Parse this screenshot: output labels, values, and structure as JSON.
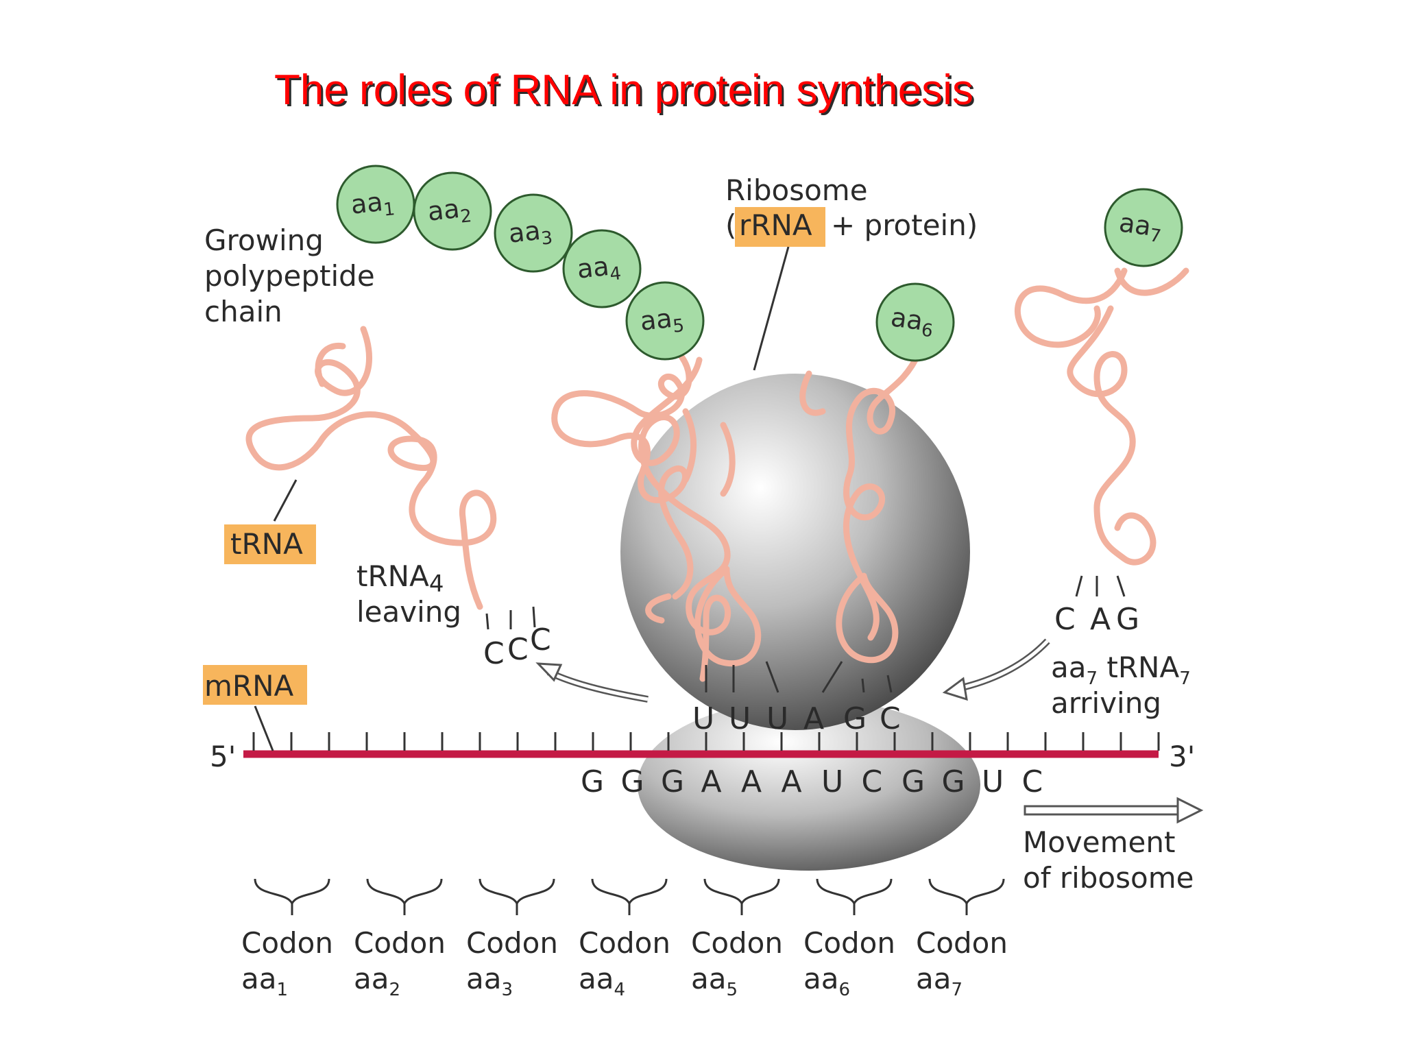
{
  "title": "The roles of RNA in protein synthesis",
  "colors": {
    "title": "#ff0000",
    "mrna_strand": "#c41a45",
    "highlight": "#f7b55c",
    "amino_acid": "#a6dca6",
    "trna": "#f2b19e",
    "ribosome": "#9a9a9a"
  },
  "labels": {
    "growing_chain": [
      "Growing",
      "polypeptide",
      "chain"
    ],
    "ribosome": "Ribosome",
    "rrna": "rRNA",
    "ribosome_paren_open": "(",
    "ribosome_rest": "+ protein)",
    "trna": "tRNA",
    "trna4_leaving": {
      "line1": "tRNA",
      "line1_sub": "4",
      "line2": "leaving"
    },
    "mrna": "mRNA",
    "five_prime": "5'",
    "three_prime": "3'",
    "aa7_arriving": {
      "aa": "aa",
      "aa_sub": "7",
      "trna": " tRNA",
      "trna_sub": "7",
      "line2": "arriving"
    },
    "movement": [
      "Movement",
      "of ribosome"
    ]
  },
  "amino_acids": [
    {
      "base": "aa",
      "sub": "1"
    },
    {
      "base": "aa",
      "sub": "2"
    },
    {
      "base": "aa",
      "sub": "3"
    },
    {
      "base": "aa",
      "sub": "4"
    },
    {
      "base": "aa",
      "sub": "5"
    },
    {
      "base": "aa",
      "sub": "6"
    },
    {
      "base": "aa",
      "sub": "7"
    }
  ],
  "anticodons": {
    "leaving": [
      "C",
      "C",
      "C"
    ],
    "middle": [
      "U",
      "U",
      "U"
    ],
    "right": [
      "A",
      "G",
      "C"
    ],
    "arriving": [
      "C",
      "A",
      "G"
    ]
  },
  "mrna_sequence": [
    "G",
    "G",
    "G",
    "A",
    "A",
    "A",
    "U",
    "C",
    "G",
    "G",
    "U",
    "C"
  ],
  "codons": [
    {
      "label": "Codon",
      "aa": "aa",
      "sub": "1"
    },
    {
      "label": "Codon",
      "aa": "aa",
      "sub": "2"
    },
    {
      "label": "Codon",
      "aa": "aa",
      "sub": "3"
    },
    {
      "label": "Codon",
      "aa": "aa",
      "sub": "4"
    },
    {
      "label": "Codon",
      "aa": "aa",
      "sub": "5"
    },
    {
      "label": "Codon",
      "aa": "aa",
      "sub": "6"
    },
    {
      "label": "Codon",
      "aa": "aa",
      "sub": "7"
    }
  ]
}
